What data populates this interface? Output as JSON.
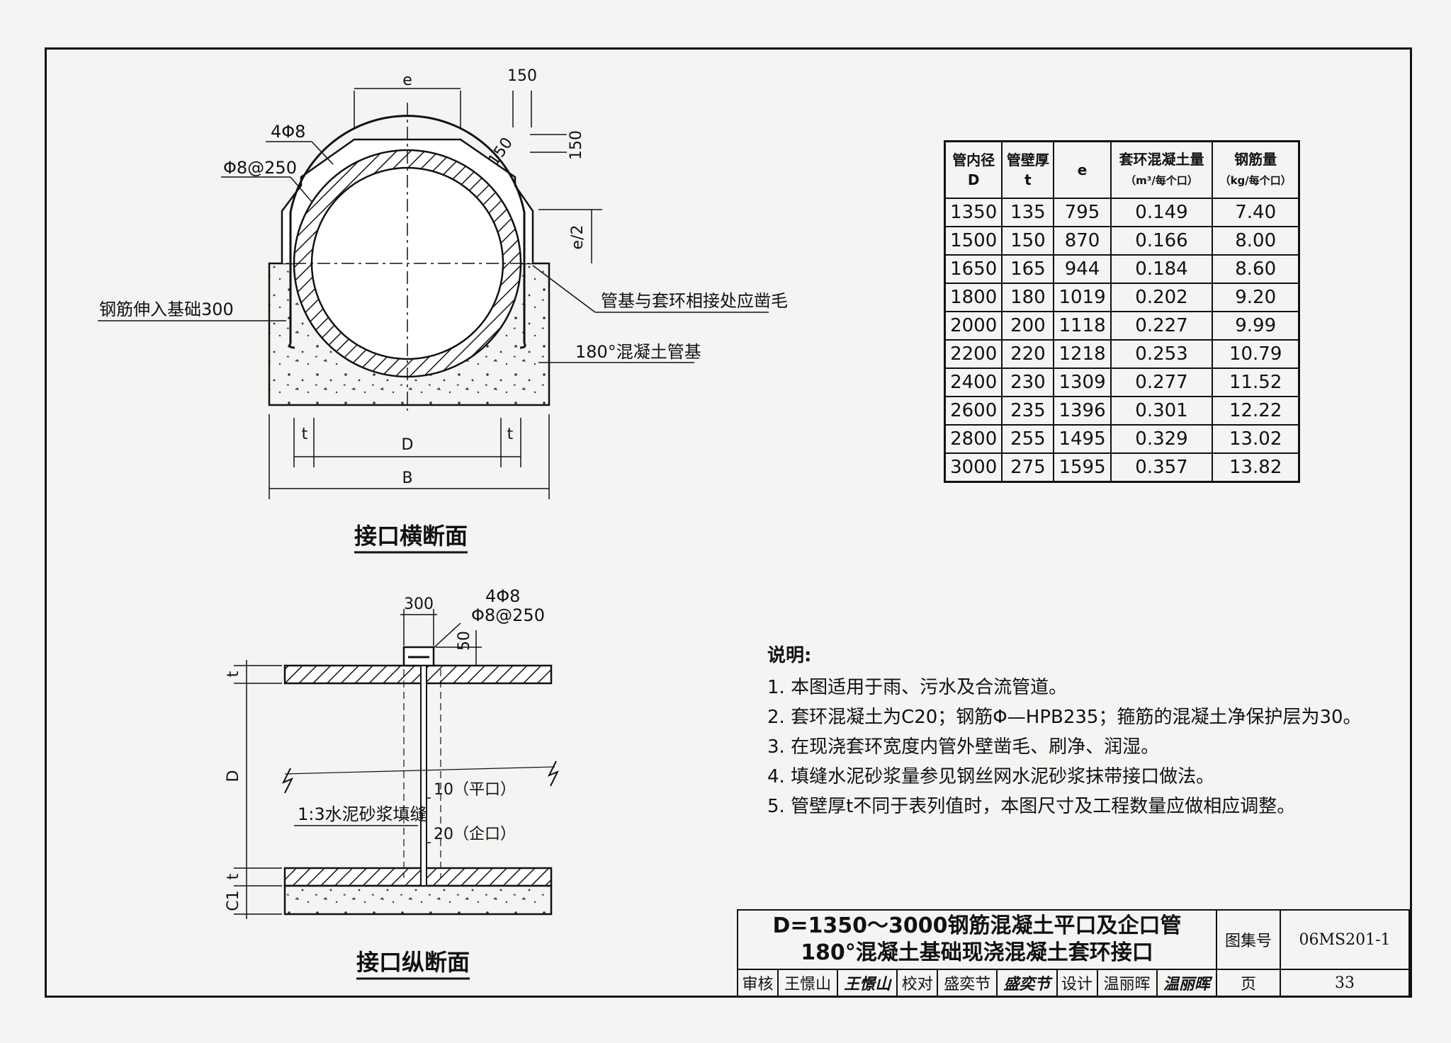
{
  "upper_section": {
    "caption": "接口横断面",
    "dim_e": "e",
    "dim_150_top": "150",
    "dim_150_side": "150",
    "dim_150_diag": "150",
    "dim_e_half": "e/2",
    "rebar_4phi8": "4Φ8",
    "rebar_phi8_250": "Φ8@250",
    "label_rebar_into_base": "钢筋伸入基础300",
    "label_roughen": "管基与套环相接处应凿毛",
    "label_base": "180°混凝土管基",
    "dim_t_left": "t",
    "dim_t_right": "t",
    "dim_D": "D",
    "dim_B": "B"
  },
  "lower_section": {
    "caption": "接口纵断面",
    "dim_300": "300",
    "rebar_4phi8": "4Φ8",
    "rebar_phi8_250": "Φ8@250",
    "dim_50": "50",
    "dim_t_top": "t",
    "dim_D": "D",
    "dim_t_bottom": "t",
    "dim_C1": "C1",
    "label_10": "10（平口）",
    "label_20": "20（企口）",
    "label_mortar": "1:3水泥砂浆填缝"
  },
  "table": {
    "headers": [
      {
        "line1": "管内径",
        "line2": "D"
      },
      {
        "line1": "管壁厚",
        "line2": "t"
      },
      {
        "line1": "e",
        "line2": ""
      },
      {
        "line1": "套环混凝土量",
        "line2": "（m³/每个口）"
      },
      {
        "line1": "钢筋量",
        "line2": "（kg/每个口）"
      }
    ],
    "rows": [
      [
        "1350",
        "135",
        "795",
        "0.149",
        "7.40"
      ],
      [
        "1500",
        "150",
        "870",
        "0.166",
        "8.00"
      ],
      [
        "1650",
        "165",
        "944",
        "0.184",
        "8.60"
      ],
      [
        "1800",
        "180",
        "1019",
        "0.202",
        "9.20"
      ],
      [
        "2000",
        "200",
        "1118",
        "0.227",
        "9.99"
      ],
      [
        "2200",
        "220",
        "1218",
        "0.253",
        "10.79"
      ],
      [
        "2400",
        "230",
        "1309",
        "0.277",
        "11.52"
      ],
      [
        "2600",
        "235",
        "1396",
        "0.301",
        "12.22"
      ],
      [
        "2800",
        "255",
        "1495",
        "0.329",
        "13.02"
      ],
      [
        "3000",
        "275",
        "1595",
        "0.357",
        "13.82"
      ]
    ]
  },
  "notes": {
    "title": "说明:",
    "items": [
      "1.  本图适用于雨、污水及合流管道。",
      "2.  套环混凝土为C20；钢筋Φ—HPB235；箍筋的混凝土净保护层为30。",
      "3.  在现浇套环宽度内管外壁凿毛、刷净、润湿。",
      "4.  填缝水泥砂浆量参见钢丝网水泥砂浆抹带接口做法。",
      "5.  管壁厚t不同于表列值时，本图尺寸及工程数量应做相应调整。"
    ]
  },
  "title_block": {
    "title_line1": "D=1350～3000钢筋混凝土平口及企口管",
    "title_line2": "180°混凝土基础现浇混凝土套环接口",
    "atlas_label": "图集号",
    "atlas_no": "06MS201-1",
    "page_label": "页",
    "page_no": "33",
    "review_label": "审核",
    "review_name": "王憬山",
    "review_sig": "王憬山",
    "check_label": "校对",
    "check_name": "盛奕节",
    "check_sig": "盛奕节",
    "design_label": "设计",
    "design_name": "温丽晖",
    "design_sig": "温丽晖"
  }
}
